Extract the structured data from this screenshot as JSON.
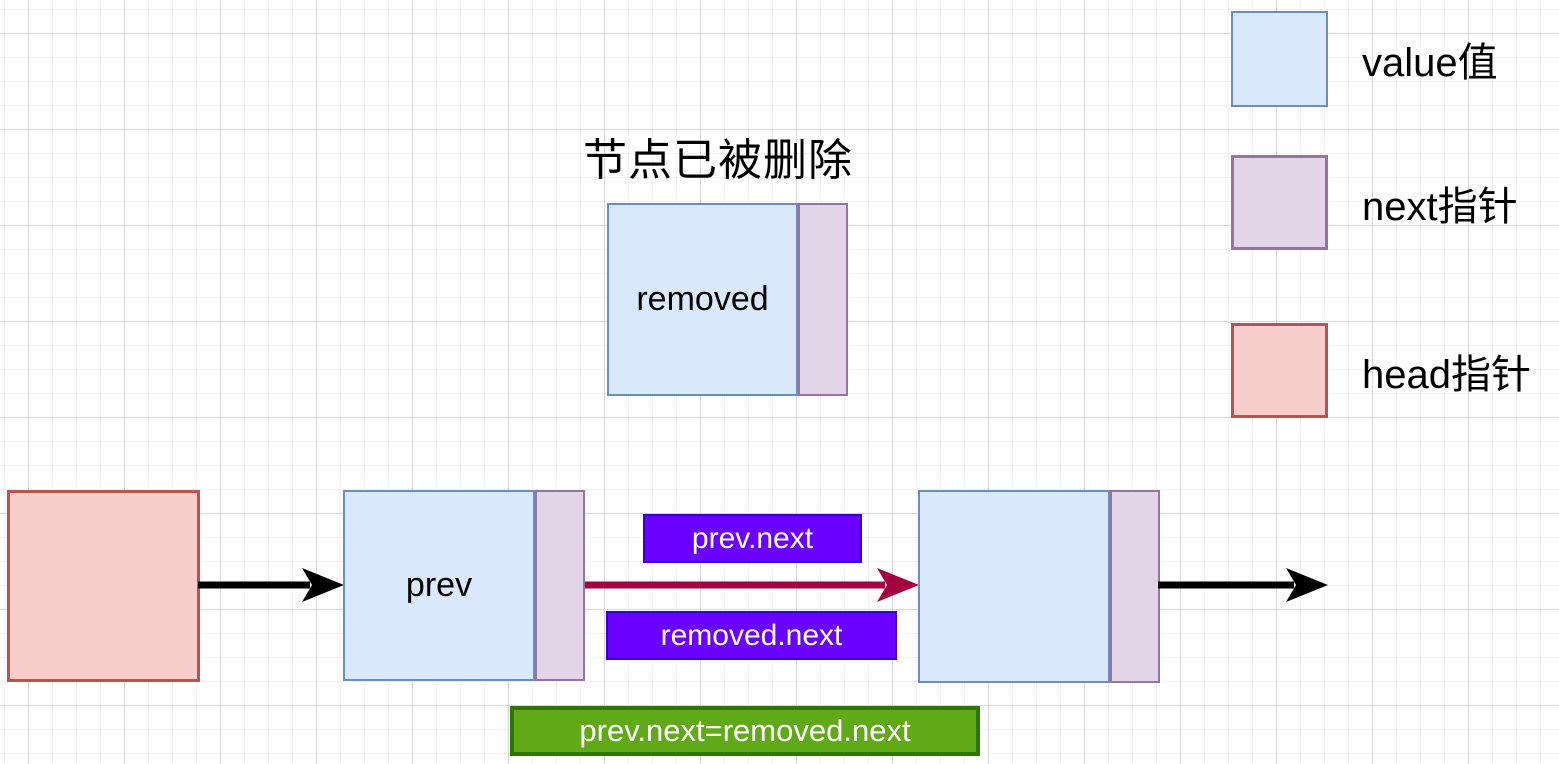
{
  "diagram": {
    "title": "节点已被删除",
    "nodes": {
      "removed": {
        "label": "removed"
      },
      "prev": {
        "label": "prev"
      },
      "after": {
        "label": ""
      }
    },
    "pointer_labels": {
      "prev_next": "prev.next",
      "removed_next": "removed.next"
    },
    "assignment": "prev.next=removed.next"
  },
  "legend": {
    "items": [
      {
        "label": "value值",
        "swatch_fill": "#dae8fc",
        "swatch_border": "#6c8ebf"
      },
      {
        "label": "next指针",
        "swatch_fill": "#e1d5e7",
        "swatch_border": "#9673a6"
      },
      {
        "label": "head指针",
        "swatch_fill": "#f8cecc",
        "swatch_border": "#b85450"
      }
    ]
  },
  "colors": {
    "value_cell_fill": "#dae8fc",
    "value_cell_border": "#6c8ebf",
    "next_cell_fill": "#e1d5e7",
    "next_cell_border": "#9673a6",
    "head_fill": "#f8cecc",
    "head_border": "#b85450",
    "pointer_badge_fill": "#6a00ff",
    "pointer_badge_border": "#3700cc",
    "assignment_fill": "#60a917",
    "assignment_border": "#2d7600",
    "redirect_arrow": "#a50040",
    "link_arrow": "#000000"
  }
}
